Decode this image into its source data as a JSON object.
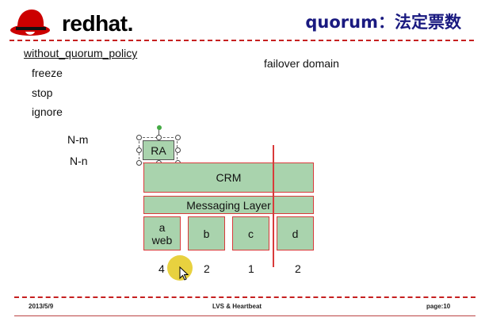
{
  "header": {
    "logo_text": "redhat.",
    "title": "quorum：法定票数"
  },
  "content": {
    "policy_label": "without_quorum_policy",
    "options": [
      "freeze",
      "stop",
      "ignore"
    ],
    "failover_label": "failover domain",
    "n_m": "N-m",
    "n_n": "N-n"
  },
  "diagram": {
    "ra": "RA",
    "crm": "CRM",
    "messaging": "Messaging Layer",
    "nodes": [
      {
        "top": "a",
        "bottom": "web"
      },
      {
        "top": "b"
      },
      {
        "top": "c"
      },
      {
        "top": "d"
      }
    ],
    "counts": [
      "4",
      "2",
      "1",
      "2"
    ]
  },
  "footer": {
    "date": "2013/5/9",
    "center": "LVS & Heartbeat",
    "page": "page:10"
  },
  "colors": {
    "box_fill": "#a9d3ad",
    "accent_red": "#d93a3a",
    "title_blue": "#1a1a80",
    "pointer_yellow": "#e6cc2a"
  }
}
